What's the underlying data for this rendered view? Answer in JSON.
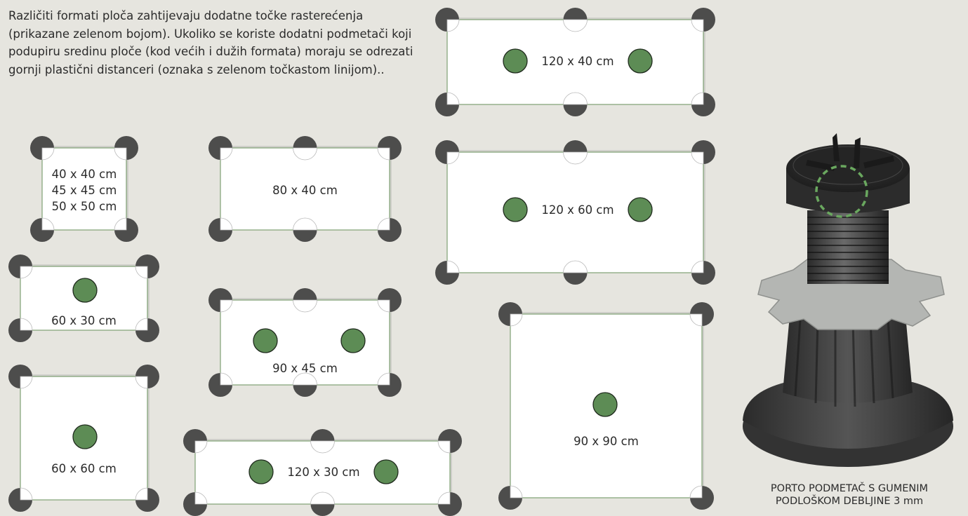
{
  "intro_text": "Različiti formati ploča zahtijevaju dodatne točke rasterećenja (prikazane zelenom bojom). Ukoliko se koriste dodatni podmetači koji podupiru sredinu ploče (kod većih i dužih formata) moraju se odrezati gornji plastični distanceri (oznaka s zelenom točkastom linijom)..",
  "formats": [
    {
      "lines": [
        "40 x 40 cm",
        "45 x 45 cm",
        "50 x 50 cm"
      ],
      "extra_supports": 0
    },
    {
      "lines": [
        "80 x 40 cm"
      ],
      "extra_supports": 0
    },
    {
      "lines": [
        "60 x 30 cm"
      ],
      "extra_supports": 1
    },
    {
      "lines": [
        "90 x 45 cm"
      ],
      "extra_supports": 2
    },
    {
      "lines": [
        "60 x 60 cm"
      ],
      "extra_supports": 1
    },
    {
      "lines": [
        "120 x 30 cm"
      ],
      "extra_supports": 2
    },
    {
      "lines": [
        "120 x 40 cm"
      ],
      "extra_supports": 2
    },
    {
      "lines": [
        "120 x 60 cm"
      ],
      "extra_supports": 2
    },
    {
      "lines": [
        "90 x 90 cm"
      ],
      "extra_supports": 1
    }
  ],
  "product_caption": {
    "line1": "PORTO PODMETAČ S GUMENIM",
    "line2": "PODLOŠKOM DEBLJINE 3 mm"
  },
  "colors": {
    "background": "#e6e5df",
    "pedestal": "#4d4d4c",
    "extra_support": "#5d8c55"
  }
}
